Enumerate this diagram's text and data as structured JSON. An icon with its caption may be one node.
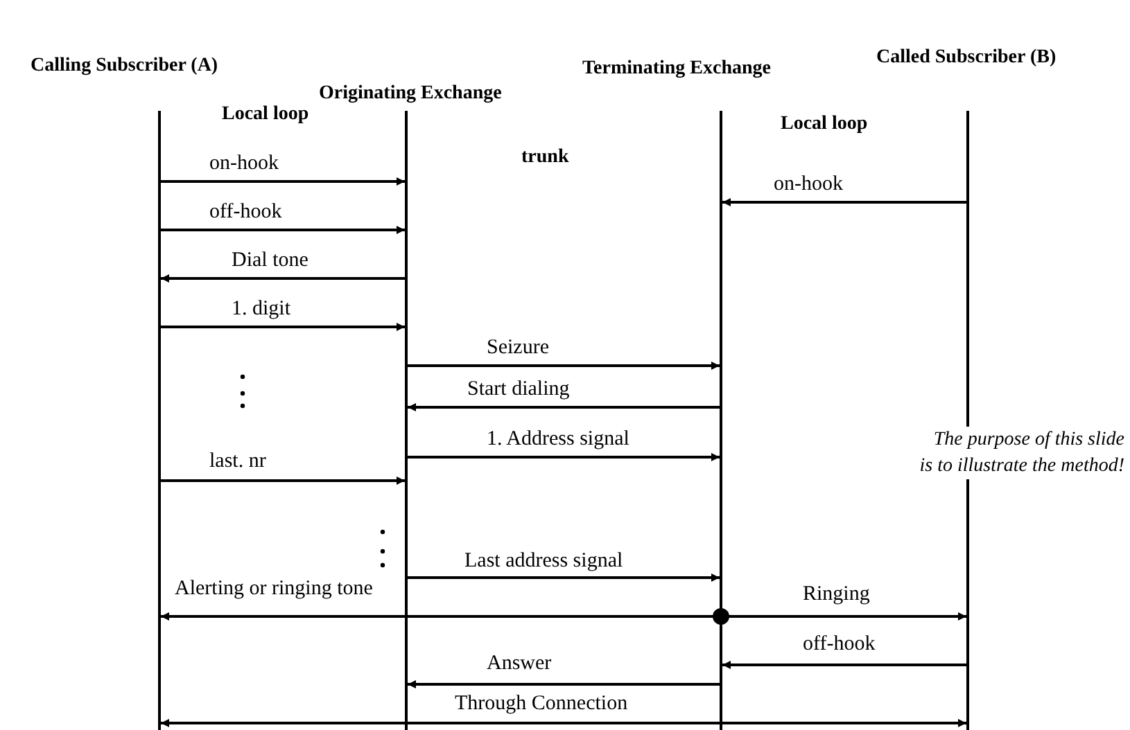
{
  "diagram": {
    "nodes": [
      {
        "text": [],
        "shape": "bar",
        "beside": [
          "Calling Subscriber (A)"
        ]
      },
      {
        "text": [],
        "shape": "bar",
        "beside": [
          "Originating Exchange"
        ]
      },
      {
        "text": [],
        "shape": "bar",
        "beside": [
          "Terminating Exchange"
        ]
      },
      {
        "text": [],
        "shape": "bar",
        "beside": [
          "Called Subscriber (B)"
        ]
      }
    ],
    "edges": [
      {
        "from": 0,
        "to": 1,
        "arrow": "to",
        "label": "on-hook"
      },
      {
        "from": 0,
        "to": 1,
        "arrow": "to",
        "label": "off-hook"
      },
      {
        "from": 1,
        "to": 0,
        "arrow": "to",
        "label": "Dial tone"
      },
      {
        "from": 0,
        "to": 1,
        "arrow": "to",
        "label": "1. digit"
      },
      {
        "from": 3,
        "to": 2,
        "arrow": "to",
        "label": "on-hook"
      },
      {
        "from": 1,
        "to": 2,
        "arrow": "to",
        "label": "Seizure"
      },
      {
        "from": 2,
        "to": 1,
        "arrow": "to",
        "label": "Start dialing"
      },
      {
        "from": 1,
        "to": 2,
        "arrow": "to",
        "label": "1. Address signal"
      },
      {
        "from": 0,
        "to": 1,
        "arrow": "to",
        "label": "last. nr"
      },
      {
        "from": 1,
        "to": 2,
        "arrow": "to",
        "label": "Last address signal"
      },
      {
        "from": 2,
        "to": 0,
        "arrow": "to",
        "label": "Alerting or ringing tone"
      },
      {
        "from": 2,
        "to": 3,
        "arrow": "to",
        "label": "Ringing"
      },
      {
        "from": 3,
        "to": 2,
        "arrow": "to",
        "label": "off-hook"
      },
      {
        "from": 2,
        "to": 1,
        "arrow": "to",
        "label": "Answer"
      },
      {
        "from": 0,
        "to": 3,
        "arrow": "both",
        "label": "Through Connection"
      }
    ],
    "labels": [
      "Local loop",
      "Local loop",
      "trunk",
      "The purpose of this slide is to illustrate the method!"
    ]
  }
}
